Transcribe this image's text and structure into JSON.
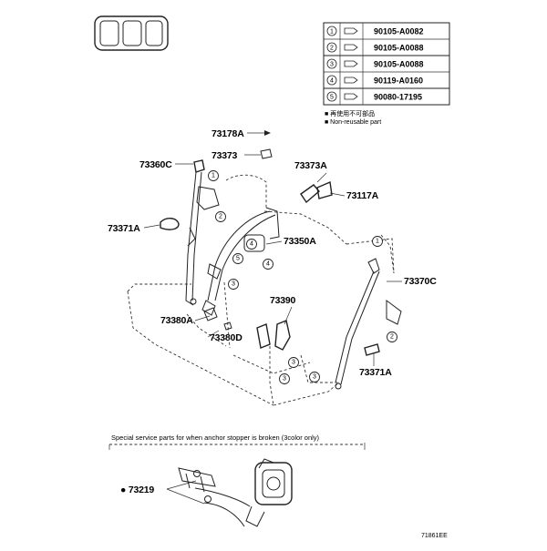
{
  "header_badge": "",
  "parts_table": [
    {
      "no": "1",
      "part": "90105-A0082"
    },
    {
      "no": "2",
      "part": "90105-A0088"
    },
    {
      "no": "3",
      "part": "90105-A0088"
    },
    {
      "no": "4",
      "part": "90119-A0160"
    },
    {
      "no": "5",
      "part": "90080-17195"
    }
  ],
  "table_notes": [
    "■ 再使用不可部品",
    "■ Non-reusable part"
  ],
  "labels": {
    "l73178A": "73178A",
    "l73373": "73373",
    "l73360C": "73360C",
    "l73373A": "73373A",
    "l73117A": "73117A",
    "l73371A_left": "73371A",
    "l73350A": "73350A",
    "l73370C": "73370C",
    "l73390": "73390",
    "l73380A": "73380A",
    "l73380D": "73380D",
    "l73371A_right": "73371A",
    "l73219": "● 73219"
  },
  "special_note": "Special service parts for when anchor stopper is broken (3color only)",
  "figure_code": "71861EE",
  "colors": {
    "line": "#222222",
    "background": "#ffffff"
  }
}
